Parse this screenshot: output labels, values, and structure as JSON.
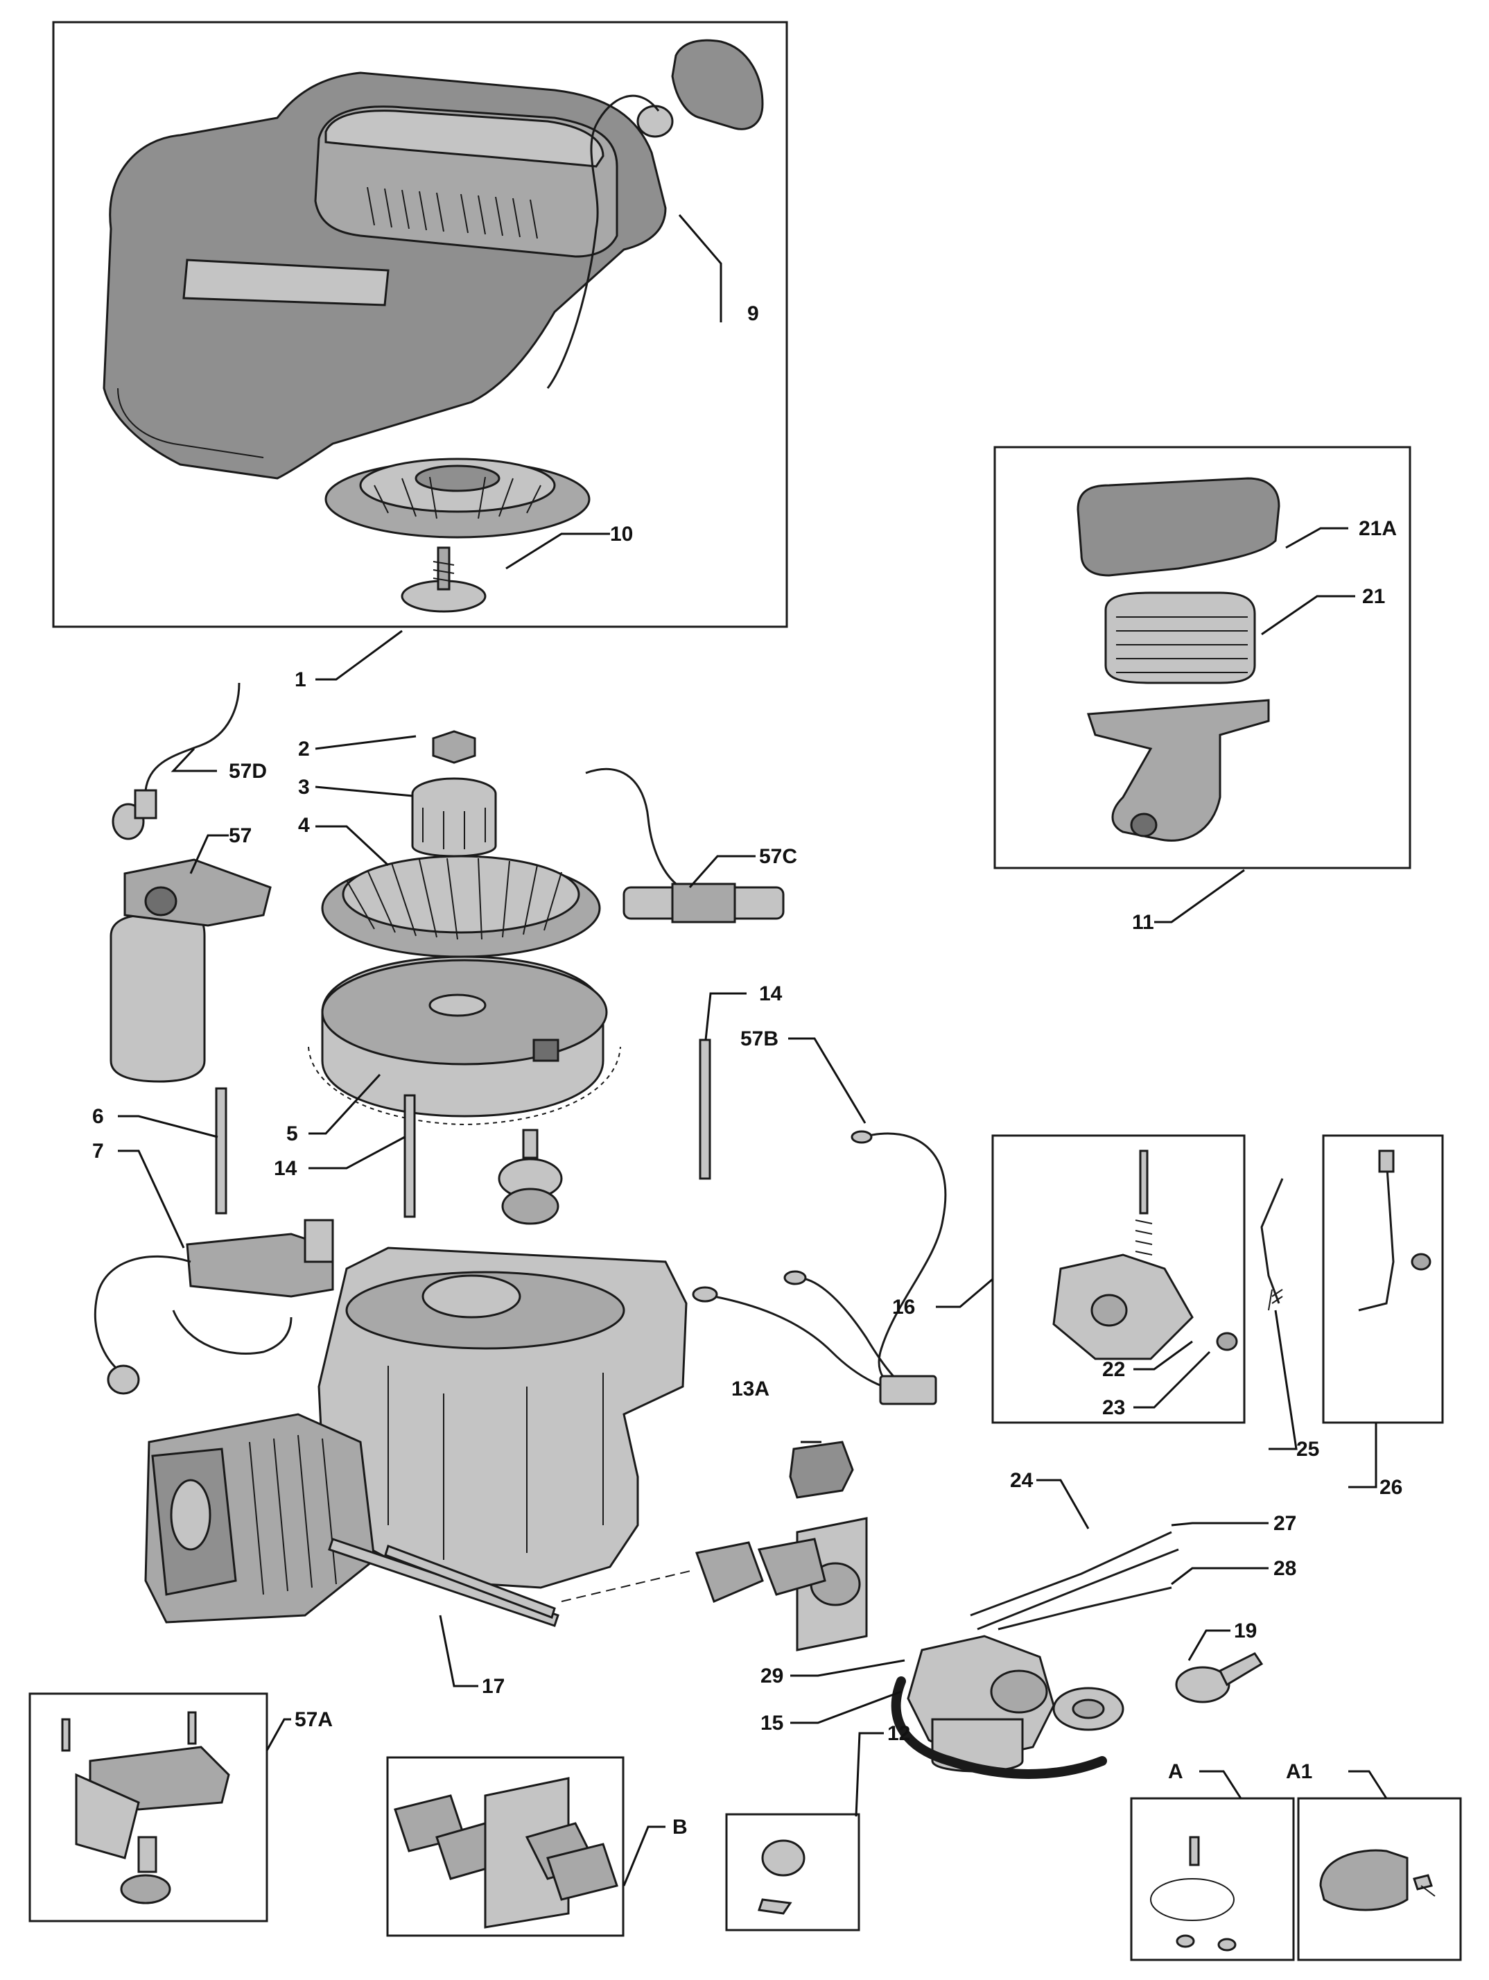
{
  "diagram": {
    "labels": {
      "l1": "1",
      "l2": "2",
      "l3": "3",
      "l4": "4",
      "l5": "5",
      "l6": "6",
      "l7": "7",
      "l9": "9",
      "l10": "10",
      "l11": "11",
      "l12": "12",
      "l13A": "13A",
      "l14a": "14",
      "l14b": "14",
      "l15": "15",
      "l16": "16",
      "l17": "17",
      "l19": "19",
      "l21": "21",
      "l21A": "21A",
      "l22": "22",
      "l23": "23",
      "l24": "24",
      "l25": "25",
      "l26": "26",
      "l27": "27",
      "l28": "28",
      "l29": "29",
      "l57": "57",
      "l57A": "57A",
      "l57B": "57B",
      "l57C": "57C",
      "l57D": "57D",
      "lA": "A",
      "lA1": "A1",
      "lB": "B"
    }
  }
}
